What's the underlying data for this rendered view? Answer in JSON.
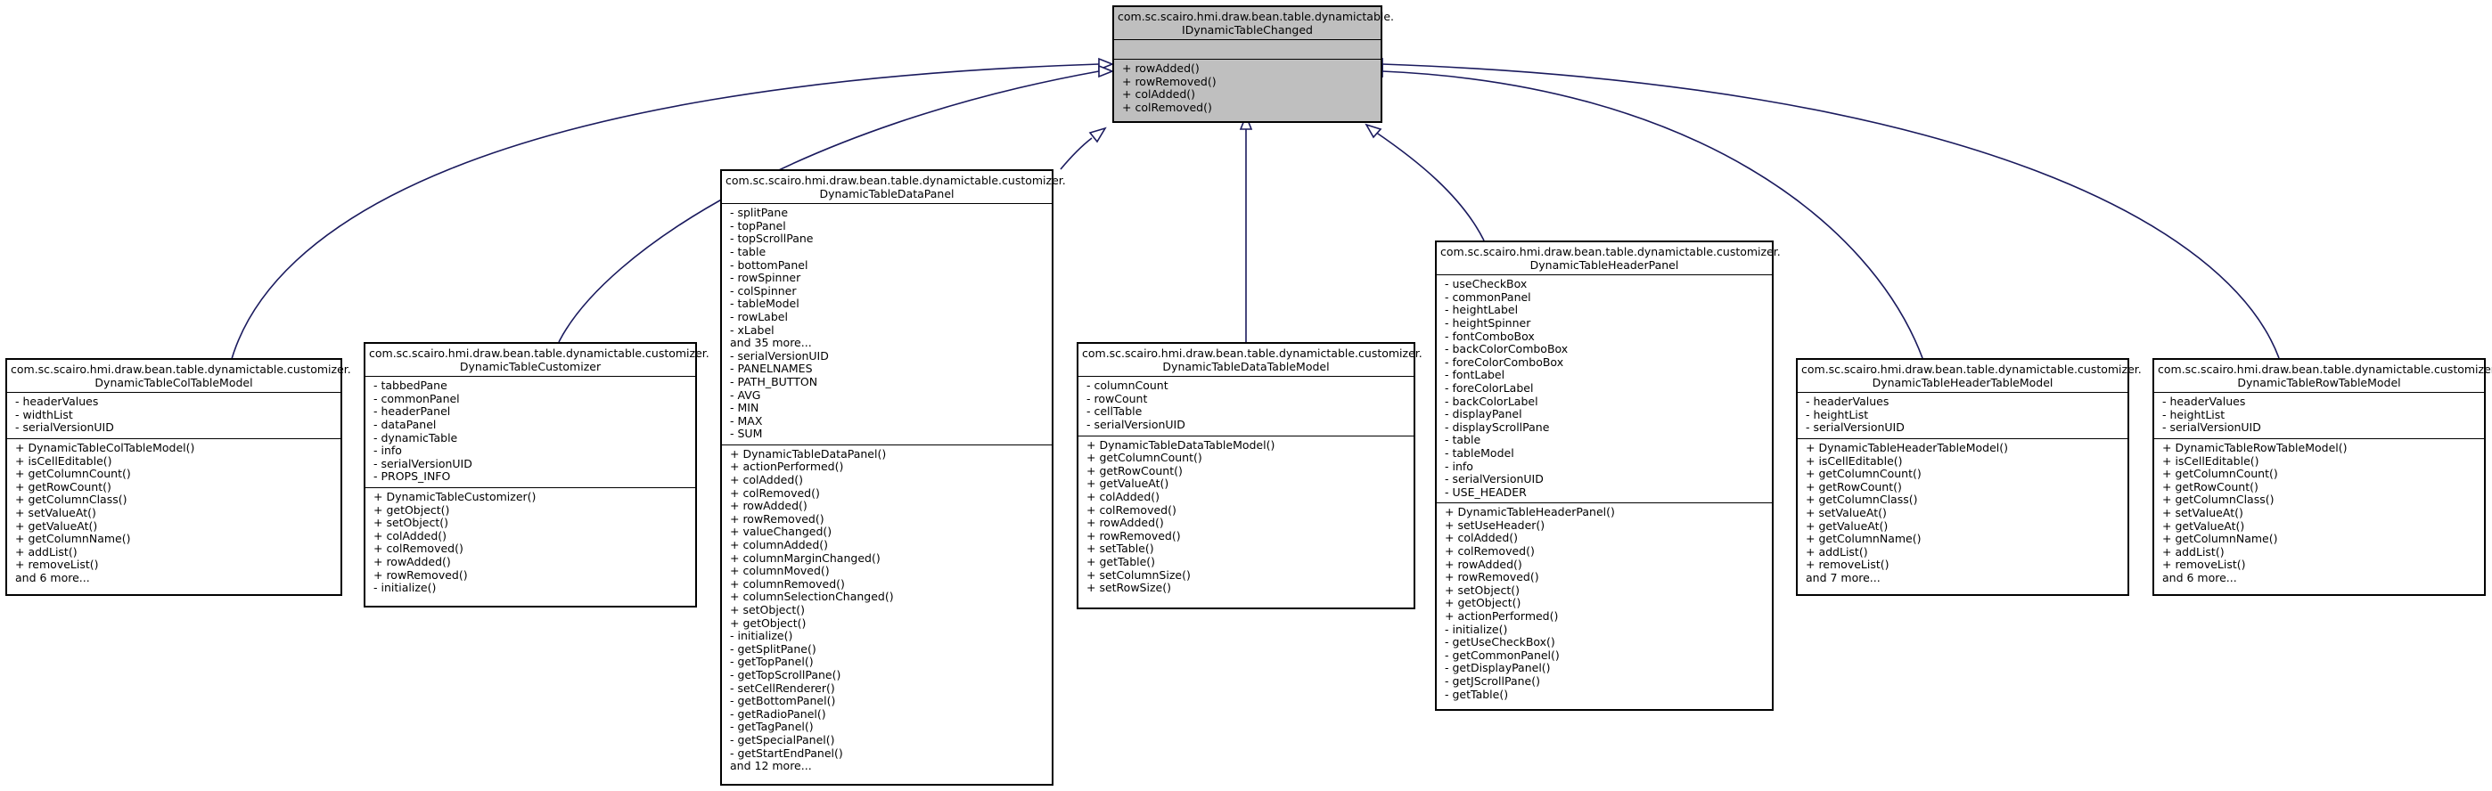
{
  "colors": {
    "edge": "#1a1a5e",
    "interface_fill": "#bfbfbf",
    "class_fill": "#ffffff",
    "border": "#000000"
  },
  "interface": {
    "title": [
      "com.sc.scairo.hmi.draw.bean.table.dynamictable.",
      "IDynamicTableChanged"
    ],
    "attributes": [],
    "methods": [
      "+ rowAdded()",
      "+ rowRemoved()",
      "+ colAdded()",
      "+ colRemoved()"
    ]
  },
  "classes": [
    {
      "id": "colmodel",
      "title": [
        "com.sc.scairo.hmi.draw.bean.table.dynamictable.customizer.",
        "DynamicTableColTableModel"
      ],
      "attributes": [
        "- headerValues",
        "- widthList",
        "- serialVersionUID"
      ],
      "methods": [
        "+ DynamicTableColTableModel()",
        "+ isCellEditable()",
        "+ getColumnCount()",
        "+ getRowCount()",
        "+ getColumnClass()",
        "+ setValueAt()",
        "+ getValueAt()",
        "+ getColumnName()",
        "+ addList()",
        "+ removeList()",
        "and 6 more..."
      ]
    },
    {
      "id": "customizer",
      "title": [
        "com.sc.scairo.hmi.draw.bean.table.dynamictable.customizer.",
        "DynamicTableCustomizer"
      ],
      "attributes": [
        "- tabbedPane",
        "- commonPanel",
        "- headerPanel",
        "- dataPanel",
        "- dynamicTable",
        "- info",
        "- serialVersionUID",
        "- PROPS_INFO"
      ],
      "methods": [
        "+ DynamicTableCustomizer()",
        "+ getObject()",
        "+ setObject()",
        "+ colAdded()",
        "+ colRemoved()",
        "+ rowAdded()",
        "+ rowRemoved()",
        "- initialize()"
      ]
    },
    {
      "id": "datapanel",
      "title": [
        "com.sc.scairo.hmi.draw.bean.table.dynamictable.customizer.",
        "DynamicTableDataPanel"
      ],
      "attributes": [
        "- splitPane",
        "- topPanel",
        "- topScrollPane",
        "- table",
        "- bottomPanel",
        "- rowSpinner",
        "- colSpinner",
        "- tableModel",
        "- rowLabel",
        "- xLabel",
        "and 35 more...",
        "- serialVersionUID",
        "- PANELNAMES",
        "- PATH_BUTTON",
        "- AVG",
        "- MIN",
        "- MAX",
        "- SUM"
      ],
      "methods": [
        "+ DynamicTableDataPanel()",
        "+ actionPerformed()",
        "+ colAdded()",
        "+ colRemoved()",
        "+ rowAdded()",
        "+ rowRemoved()",
        "+ valueChanged()",
        "+ columnAdded()",
        "+ columnMarginChanged()",
        "+ columnMoved()",
        "+ columnRemoved()",
        "+ columnSelectionChanged()",
        "+ setObject()",
        "+ getObject()",
        "- initialize()",
        "- getSplitPane()",
        "- getTopPanel()",
        "- getTopScrollPane()",
        "- setCellRenderer()",
        "- getBottomPanel()",
        "- getRadioPanel()",
        "- getTagPanel()",
        "- getSpecialPanel()",
        "- getStartEndPanel()",
        "and 12 more..."
      ]
    },
    {
      "id": "datamodel",
      "title": [
        "com.sc.scairo.hmi.draw.bean.table.dynamictable.customizer.",
        "DynamicTableDataTableModel"
      ],
      "attributes": [
        "- columnCount",
        "- rowCount",
        "- cellTable",
        "- serialVersionUID"
      ],
      "methods": [
        "+ DynamicTableDataTableModel()",
        "+ getColumnCount()",
        "+ getRowCount()",
        "+ getValueAt()",
        "+ colAdded()",
        "+ colRemoved()",
        "+ rowAdded()",
        "+ rowRemoved()",
        "+ setTable()",
        "+ getTable()",
        "+ setColumnSize()",
        "+ setRowSize()"
      ]
    },
    {
      "id": "headerpanel",
      "title": [
        "com.sc.scairo.hmi.draw.bean.table.dynamictable.customizer.",
        "DynamicTableHeaderPanel"
      ],
      "attributes": [
        "- useCheckBox",
        "- commonPanel",
        "- heightLabel",
        "- heightSpinner",
        "- fontComboBox",
        "- backColorComboBox",
        "- foreColorComboBox",
        "- fontLabel",
        "- foreColorLabel",
        "- backColorLabel",
        "- displayPanel",
        "- displayScrollPane",
        "- table",
        "- tableModel",
        "- info",
        "- serialVersionUID",
        "- USE_HEADER"
      ],
      "methods": [
        "+ DynamicTableHeaderPanel()",
        "+ setUseHeader()",
        "+ colAdded()",
        "+ colRemoved()",
        "+ rowAdded()",
        "+ rowRemoved()",
        "+ setObject()",
        "+ getObject()",
        "+ actionPerformed()",
        "- initialize()",
        "- getUseCheckBox()",
        "- getCommonPanel()",
        "- getDisplayPanel()",
        "- getJScrollPane()",
        "- getTable()"
      ]
    },
    {
      "id": "headermodel",
      "title": [
        "com.sc.scairo.hmi.draw.bean.table.dynamictable.customizer.",
        "DynamicTableHeaderTableModel"
      ],
      "attributes": [
        "- headerValues",
        "- heightList",
        "- serialVersionUID"
      ],
      "methods": [
        "+ DynamicTableHeaderTableModel()",
        "+ isCellEditable()",
        "+ getColumnCount()",
        "+ getRowCount()",
        "+ getColumnClass()",
        "+ setValueAt()",
        "+ getValueAt()",
        "+ getColumnName()",
        "+ addList()",
        "+ removeList()",
        "and 7 more..."
      ]
    },
    {
      "id": "rowmodel",
      "title": [
        "com.sc.scairo.hmi.draw.bean.table.dynamictable.customizer.",
        "DynamicTableRowTableModel"
      ],
      "attributes": [
        "- headerValues",
        "- heightList",
        "- serialVersionUID"
      ],
      "methods": [
        "+ DynamicTableRowTableModel()",
        "+ isCellEditable()",
        "+ getColumnCount()",
        "+ getRowCount()",
        "+ getColumnClass()",
        "+ setValueAt()",
        "+ getValueAt()",
        "+ getColumnName()",
        "+ addList()",
        "+ removeList()",
        "and 6 more..."
      ]
    }
  ]
}
